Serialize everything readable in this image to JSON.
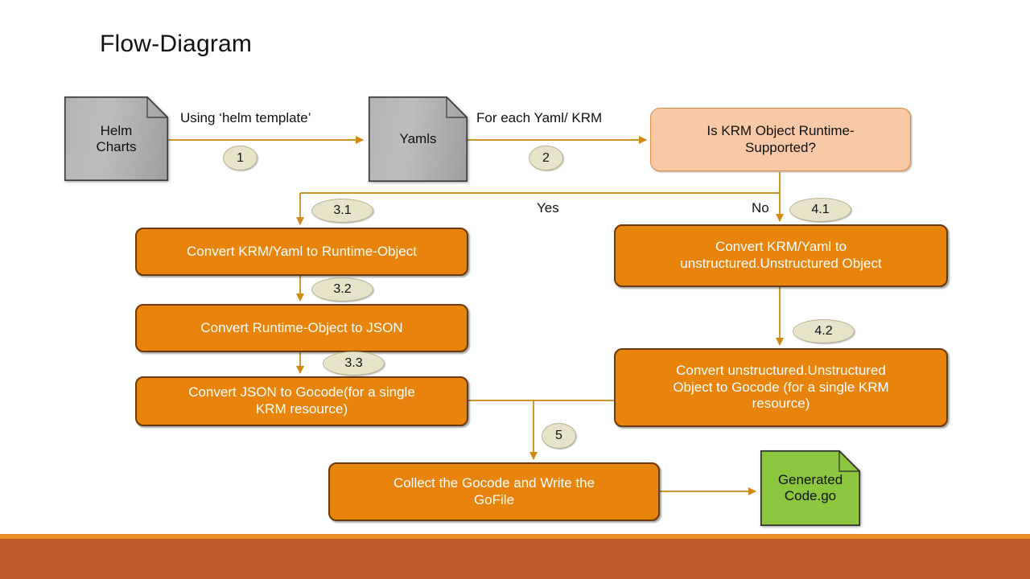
{
  "slide": {
    "title": "Flow-Diagram",
    "background": "#ffffff",
    "footer": {
      "stripe_color": "#e8912a",
      "band_color": "#be5a2b"
    }
  },
  "palette": {
    "process_fill": "#e8840c",
    "process_border": "#6b3a06",
    "decision_fill": "#f9c8a7",
    "decision_border": "#e08a3c",
    "document_gray": "#b4b4b4",
    "document_green": "#8cc63e",
    "connector": "#c8860f",
    "badge_fill": "#e7e3c8",
    "badge_border": "#b9b58c",
    "text_light": "#ffffff",
    "text_dark": "#111111"
  },
  "nodes": {
    "helm_charts": {
      "label": "Helm\nCharts",
      "shape": "document",
      "fill": "#b4b4b4"
    },
    "yamls": {
      "label": "Yamls",
      "shape": "document",
      "fill": "#b4b4b4"
    },
    "decision": {
      "label": "Is KRM Object Runtime-\nSupported?",
      "shape": "rounded-rect",
      "fill": "#f9c8a7"
    },
    "convert_krm_runtime": {
      "label": "Convert KRM/Yaml to Runtime-Object",
      "shape": "rounded-rect",
      "fill": "#e8840c"
    },
    "convert_runtime_json": {
      "label": "Convert Runtime-Object to JSON",
      "shape": "rounded-rect",
      "fill": "#e8840c"
    },
    "convert_json_gocode": {
      "label": "Convert JSON to Gocode(for a single KRM resource)",
      "shape": "rounded-rect",
      "fill": "#e8840c"
    },
    "convert_krm_unstructured": {
      "label": "Convert KRM/Yaml to unstructured.Unstructured Object",
      "shape": "rounded-rect",
      "fill": "#e8840c"
    },
    "convert_unstructured_gocode": {
      "label": "Convert unstructured.Unstructured Object to Gocode (for a single KRM resource)",
      "shape": "rounded-rect",
      "fill": "#e8840c"
    },
    "collect_gocode": {
      "label": "Collect the Gocode and Write the GoFile",
      "shape": "rounded-rect",
      "fill": "#e8840c"
    },
    "generated_code": {
      "label": "Generated\nCode.go",
      "shape": "document",
      "fill": "#8cc63e"
    }
  },
  "edge_labels": {
    "helm_to_yamls": "Using ‘helm template’",
    "yamls_to_decision": "For each Yaml/ KRM",
    "branch_yes": "Yes",
    "branch_no": "No"
  },
  "badges": [
    {
      "id": "step-1",
      "text": "1"
    },
    {
      "id": "step-2",
      "text": "2"
    },
    {
      "id": "step-3-1",
      "text": "3.1"
    },
    {
      "id": "step-3-2",
      "text": "3.2"
    },
    {
      "id": "step-3-3",
      "text": "3.3"
    },
    {
      "id": "step-4-1",
      "text": "4.1"
    },
    {
      "id": "step-4-2",
      "text": "4.2"
    },
    {
      "id": "step-5",
      "text": "5"
    }
  ]
}
